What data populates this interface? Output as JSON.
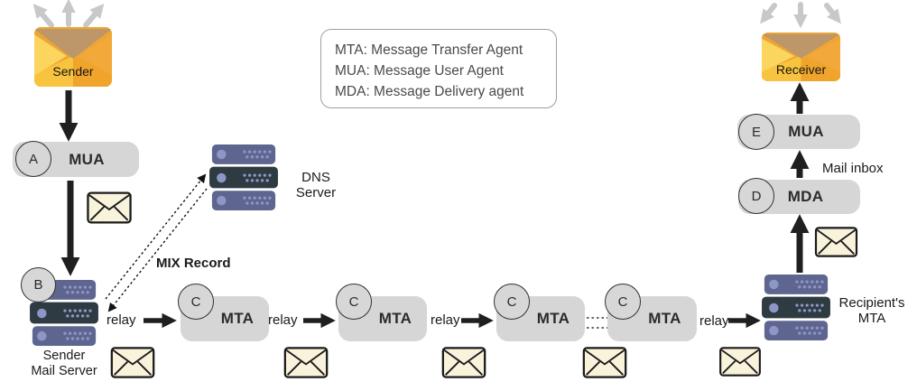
{
  "legend": {
    "lines": [
      "MTA: Message Transfer Agent",
      "MUA: Message User Agent",
      "MDA: Message Delivery agent"
    ]
  },
  "sender": {
    "label": "Sender"
  },
  "receiver": {
    "label": "Receiver"
  },
  "mua_sender": {
    "letter": "A",
    "label": "MUA"
  },
  "sender_server": {
    "letter": "B",
    "line1": "Sender",
    "line2": "Mail Server"
  },
  "dns_server": {
    "line1": "DNS",
    "line2": "Server"
  },
  "mix_record": {
    "label": "MIX Record"
  },
  "relays": [
    "relay",
    "relay",
    "relay",
    "relay"
  ],
  "mta_chain": [
    {
      "letter": "C",
      "label": "MTA"
    },
    {
      "letter": "C",
      "label": "MTA"
    },
    {
      "letter": "C",
      "label": "MTA"
    },
    {
      "letter": "C",
      "label": "MTA"
    }
  ],
  "recipient_server": {
    "line1": "Recipient's",
    "line2": "MTA"
  },
  "mda": {
    "letter": "D",
    "label": "MDA"
  },
  "mua_receiver": {
    "letter": "E",
    "label": "MUA"
  },
  "mail_inbox": {
    "label": "Mail inbox"
  },
  "colors": {
    "pill_gray": "#d6d6d6",
    "badge_gray": "#d7d7d7",
    "server_blue": "#5e6690",
    "server_dark": "#2f3b42",
    "server_accent": "#8d96c6",
    "envelope_cream": "#faf3dc",
    "envelope_orange": "#f0a42c",
    "envelope_yellow": "#fbd55e",
    "flap_brown": "#bd9769",
    "arrow_black": "#1f1f1f",
    "arrow_gray": "#c8c8c8"
  }
}
